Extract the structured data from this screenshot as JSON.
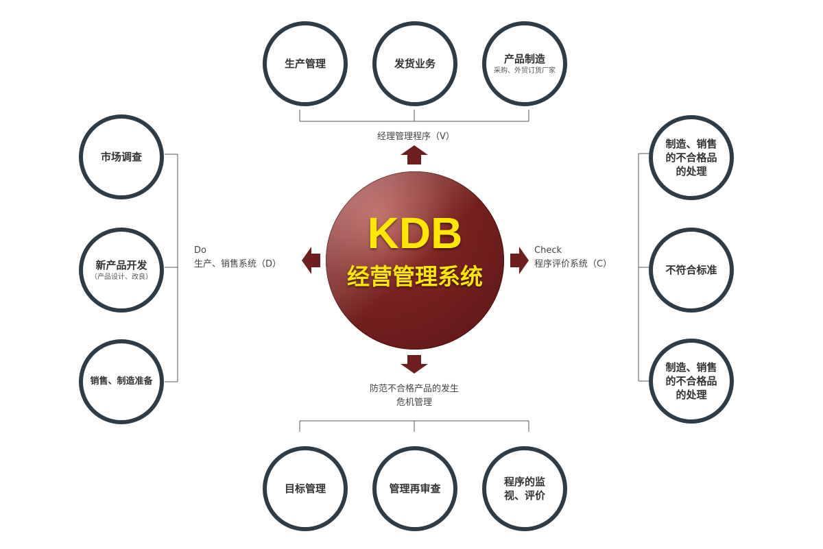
{
  "center": {
    "title": "KDB",
    "subtitle": "经营管理系统"
  },
  "top": {
    "label": "经理管理程序（V）",
    "nodes": [
      {
        "title": "生产管理"
      },
      {
        "title": "发货业务"
      },
      {
        "title": "产品制造",
        "sub": "采购、外贸订货厂家"
      }
    ]
  },
  "bottom": {
    "label_line1": "防范不合格产品的发生",
    "label_line2": "危机管理",
    "nodes": [
      {
        "title": "目标管理"
      },
      {
        "title": "管理再审查"
      },
      {
        "title": "程序的监\n视、评价"
      }
    ]
  },
  "left": {
    "label_line1": "Do",
    "label_line2": "生产、销售系统（D）",
    "nodes": [
      {
        "title": "市场调查"
      },
      {
        "title": "新产品开发",
        "sub": "（产品设计、改良）"
      },
      {
        "title": "销售、制造准备"
      }
    ]
  },
  "right": {
    "label_line1": "Check",
    "label_line2": "程序评价系统（C）",
    "nodes": [
      {
        "title": "制造、销售\n的不合格品\n的处理"
      },
      {
        "title": "不符合标准"
      },
      {
        "title": "制造、销售\n的不合格品\n的处理"
      }
    ]
  },
  "colors": {
    "node_border": "#2e3c47",
    "arrow": "#6e1f1f",
    "center_text": "#ffe800",
    "line": "#555555"
  }
}
